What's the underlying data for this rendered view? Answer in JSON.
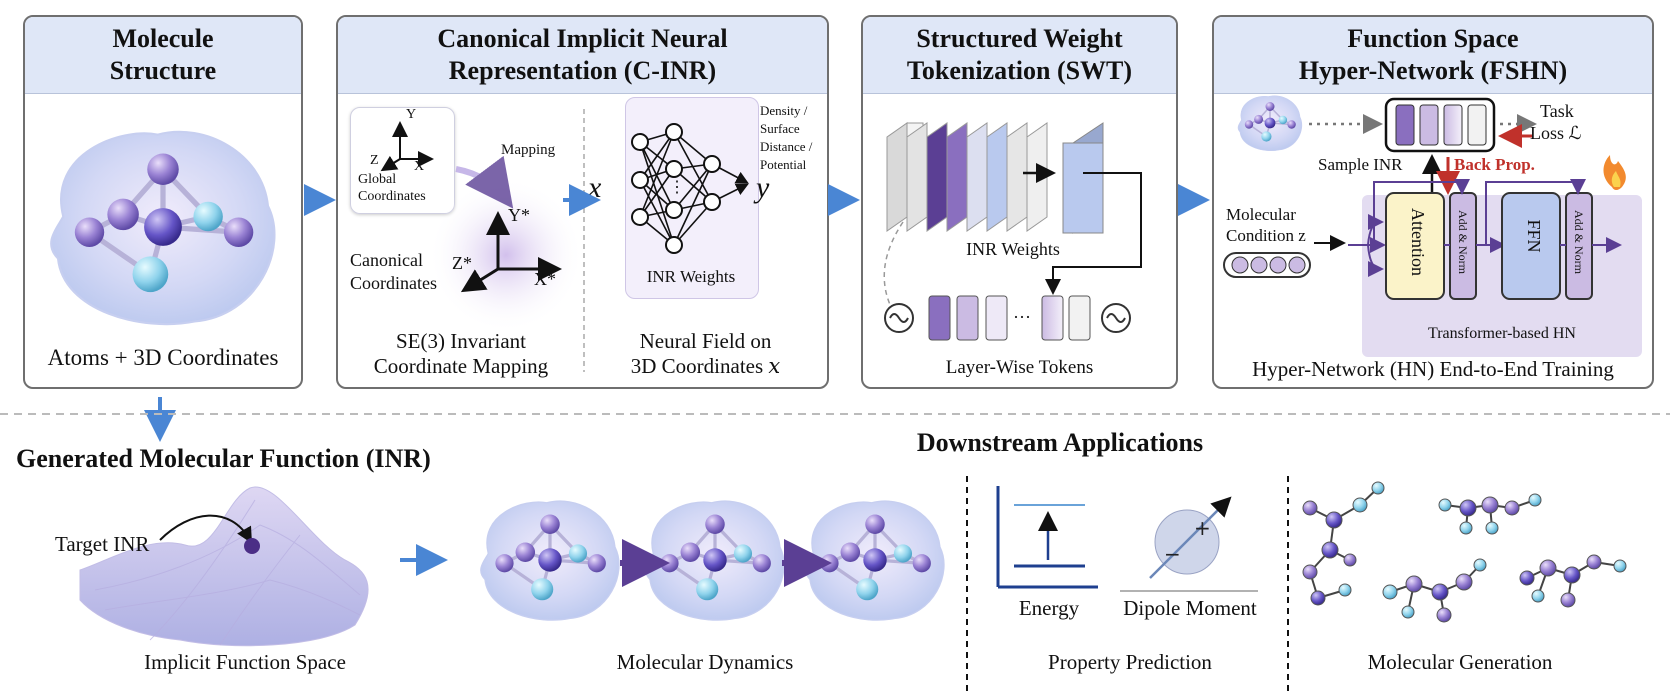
{
  "panels": {
    "molecule": {
      "title_line1": "Molecule",
      "title_line2": "Structure",
      "caption": "Atoms + 3D Coordinates"
    },
    "cinr": {
      "title_line1": "Canonical Implicit Neural",
      "title_line2": "Representation (C-INR)",
      "axis_y": "Y",
      "axis_x": "X",
      "axis_z": "Z",
      "global_line1": "Global",
      "global_line2": "Coordinates",
      "mapping": "Mapping",
      "axis_ys": "Y*",
      "axis_xs": "X*",
      "axis_zs": "Z*",
      "canonical_line1": "Canonical",
      "canonical_line2": "Coordinates",
      "caption_left_line1": "SE(3) Invariant",
      "caption_left_line2": "Coordinate Mapping",
      "input_symbol": "x",
      "output_symbol": "y",
      "dots": "⋮",
      "inr_weights": "INR Weights",
      "output_line1": "Density /",
      "output_line2": "Surface",
      "output_line3": "Distance /",
      "output_line4": "Potential",
      "caption_right_line1": "Neural Field on",
      "caption_right_line2": "3D Coordinates 𝑥"
    },
    "swt": {
      "title_line1": "Structured Weight",
      "title_line2": "Tokenization (SWT)",
      "inr_weights": "INR Weights",
      "ellipsis": "···",
      "tokens_label": "Layer-Wise Tokens"
    },
    "fshn": {
      "title_line1": "Function Space",
      "title_line2": "Hyper-Network (FSHN)",
      "task_line1": "Task",
      "task_line2": "Loss ℒ",
      "sample_inr": "Sample INR",
      "back_prop": "Back Prop.",
      "cond_line1": "Molecular",
      "cond_line2": "Condition z",
      "attention": "Attention",
      "add_norm": "Add & Norm",
      "ffn": "FFN",
      "hn_label": "Transformer-based HN",
      "caption": "Hyper-Network (HN) End-to-End Training"
    }
  },
  "bottom": {
    "generated_title": "Generated Molecular Function (INR)",
    "target_inr": "Target INR",
    "function_space": "Implicit Function Space",
    "dynamics": "Molecular Dynamics",
    "downstream_title": "Downstream Applications",
    "energy": "Energy",
    "dipole": "Dipole Moment",
    "property": "Property Prediction",
    "generation": "Molecular Generation"
  },
  "colors": {
    "header_bg": "#dfe7f7",
    "arrow_blue": "#4a86d4",
    "purple_dark": "#5b3f94",
    "purple_mid": "#9c82c2",
    "purple_light": "#d6c9ea",
    "blue_light": "#b9c9ee",
    "back_prop_red": "#c0312b",
    "attention_fill": "#fbf3c9",
    "hn_bg": "#e3dcf1"
  }
}
